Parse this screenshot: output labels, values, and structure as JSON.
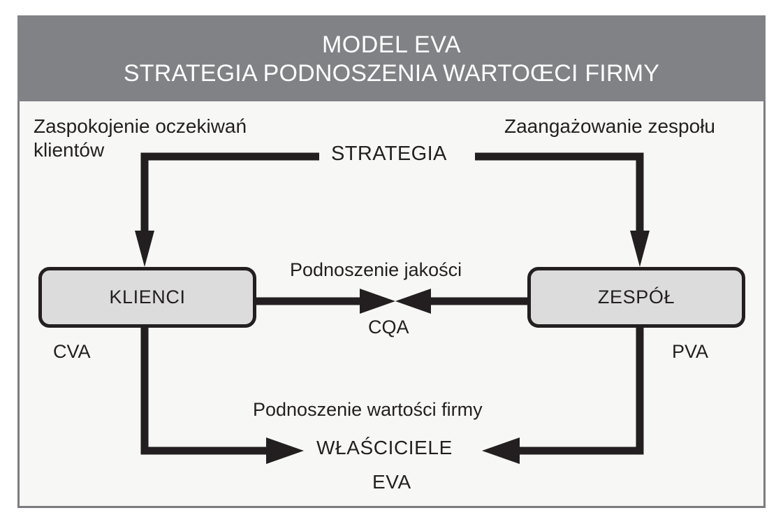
{
  "header": {
    "line1": "MODEL EVA",
    "line2": "STRATEGIA PODNOSZENIA WARTOŒCI FIRMY",
    "background_color": "#808286",
    "text_color": "#ffffff"
  },
  "panel": {
    "background_color": "#f7f7f5",
    "border_color": "#7c7c80"
  },
  "diagram": {
    "stroke_color": "#231f20",
    "node_fill_color": "#dcdcdc",
    "nodes": [
      {
        "id": "klienci",
        "label": "KLIENCI"
      },
      {
        "id": "zespol",
        "label": "ZESPÓŁ"
      }
    ],
    "labels": {
      "strategia": "STRATEGIA",
      "zaspokojenie": "Zaspokojenie oczekiwań klientów",
      "zaangazowanie": "Zaangażowanie zespołu",
      "cva": "CVA",
      "pva": "PVA",
      "podnoszenie_jakosci": "Podnoszenie jakości",
      "cqa": "CQA",
      "podnoszenie_wartosci": "Podnoszenie wartości firmy",
      "wlasciciele": "WŁAŚCICIELE",
      "eva": "EVA"
    }
  }
}
